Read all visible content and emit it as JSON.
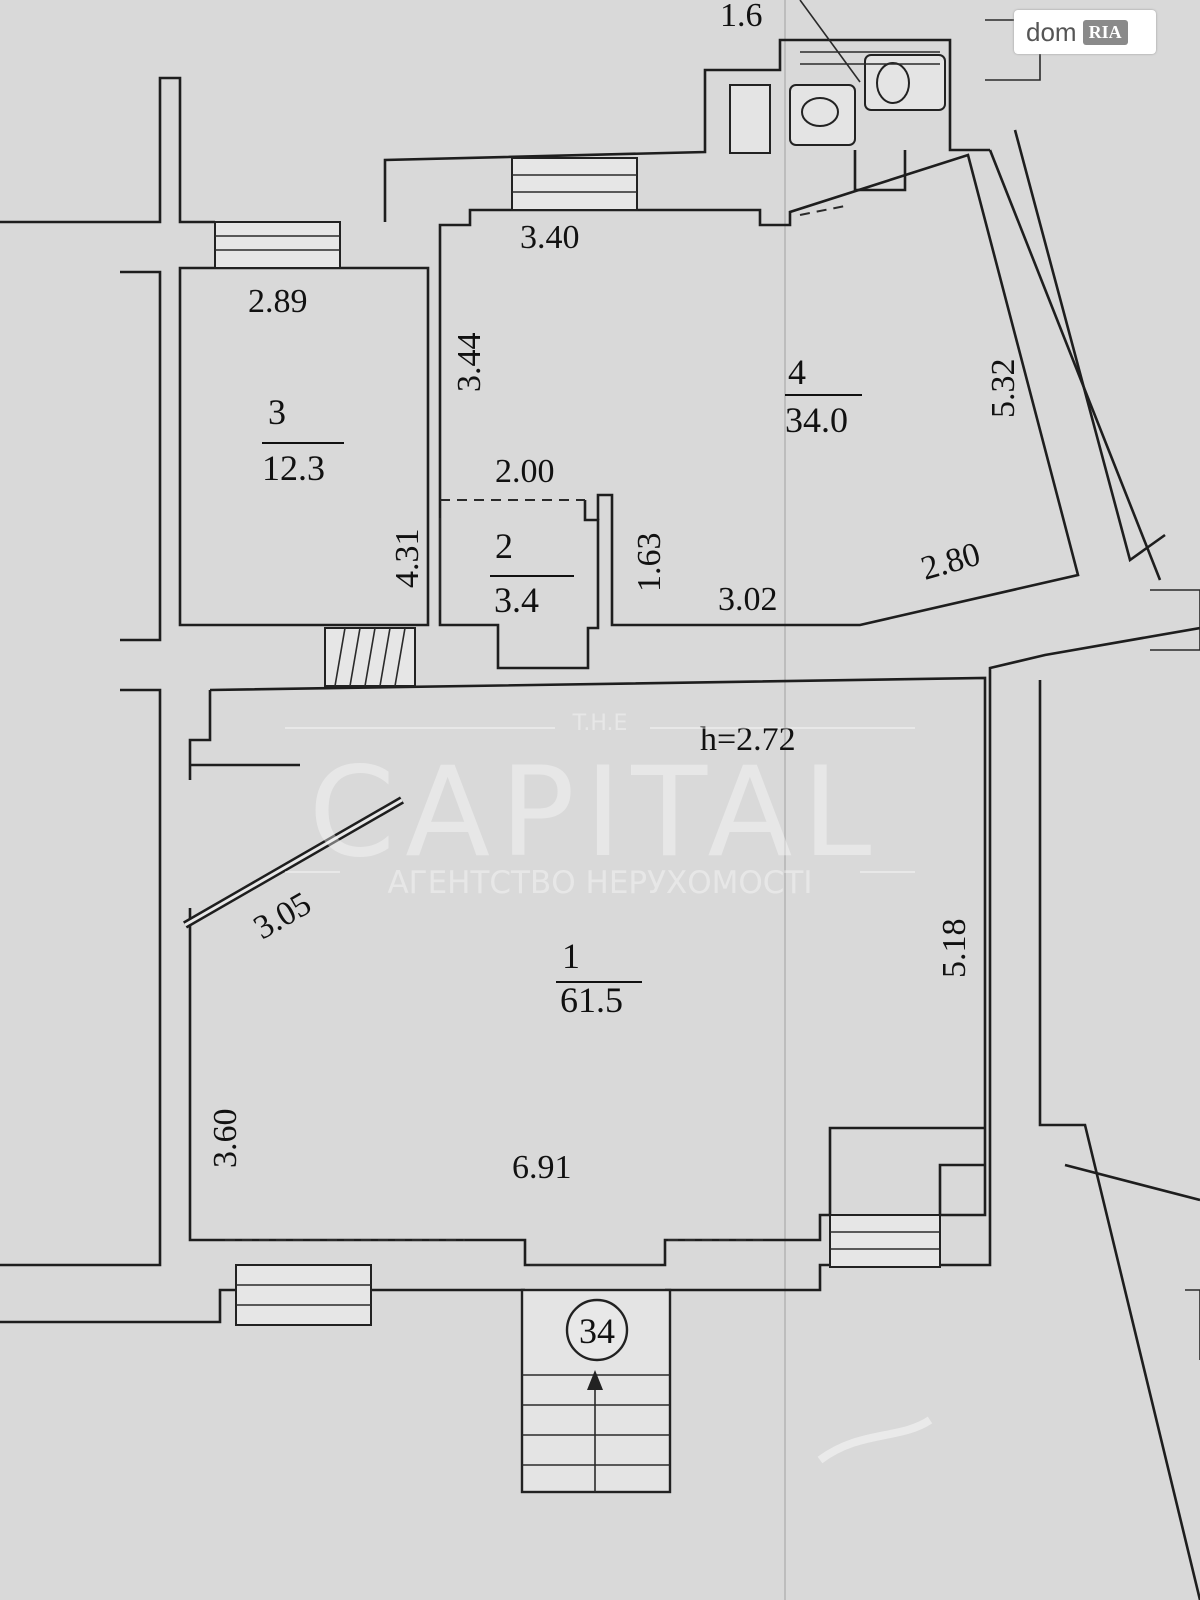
{
  "rooms": [
    {
      "number": "1",
      "area": "61.5"
    },
    {
      "number": "2",
      "area": "3.4"
    },
    {
      "number": "3",
      "area": "12.3"
    },
    {
      "number": "4",
      "area": "34.0"
    }
  ],
  "dimensions": {
    "d_1_6": "1.6",
    "d_3_40": "3.40",
    "d_2_89": "2.89",
    "d_3_44": "3.44",
    "d_5_32": "5.32",
    "d_2_00": "2.00",
    "d_4_31": "4.31",
    "d_1_63": "1.63",
    "d_3_02": "3.02",
    "d_2_80": "2.80",
    "d_3_05": "3.05",
    "d_5_18": "5.18",
    "d_3_60": "3.60",
    "d_6_91": "6.91"
  },
  "ceiling_height": "h=2.72",
  "building_number": "34",
  "watermark": {
    "top": "T.H.E",
    "main": "CAPITAL",
    "sub": "АГЕНТСТВО НЕРУХОМОСТІ"
  },
  "badge": {
    "dom": "dom",
    "ria": "RIA"
  }
}
